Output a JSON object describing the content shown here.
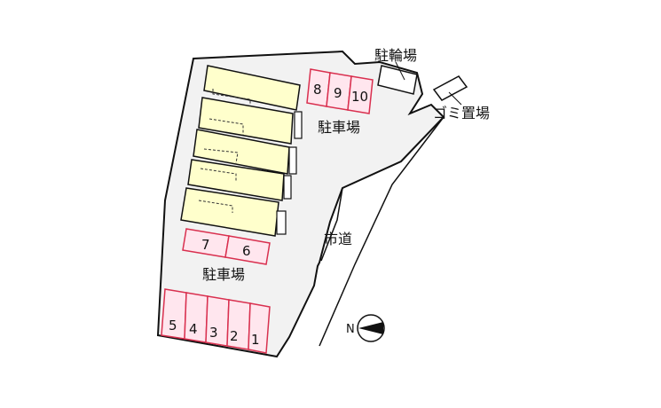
{
  "labels": {
    "bicycle_parking": "駐輪場",
    "garbage_area": "ゴミ置場",
    "parking_top": "駐車場",
    "parking_middle": "駐車場",
    "city_road": "市道",
    "compass_letter": "N"
  },
  "parking": {
    "top_spaces": [
      "8",
      "9",
      "10"
    ],
    "middle_spaces": [
      "7",
      "6"
    ],
    "bottom_spaces": [
      "5",
      "4",
      "3",
      "2",
      "1"
    ]
  },
  "colors": {
    "site_fill": "#f2f2f2",
    "outline": "#111111",
    "building_fill": "#ffffcc",
    "parking_fill": "#ffe6ee",
    "parking_border": "#d9304f"
  }
}
